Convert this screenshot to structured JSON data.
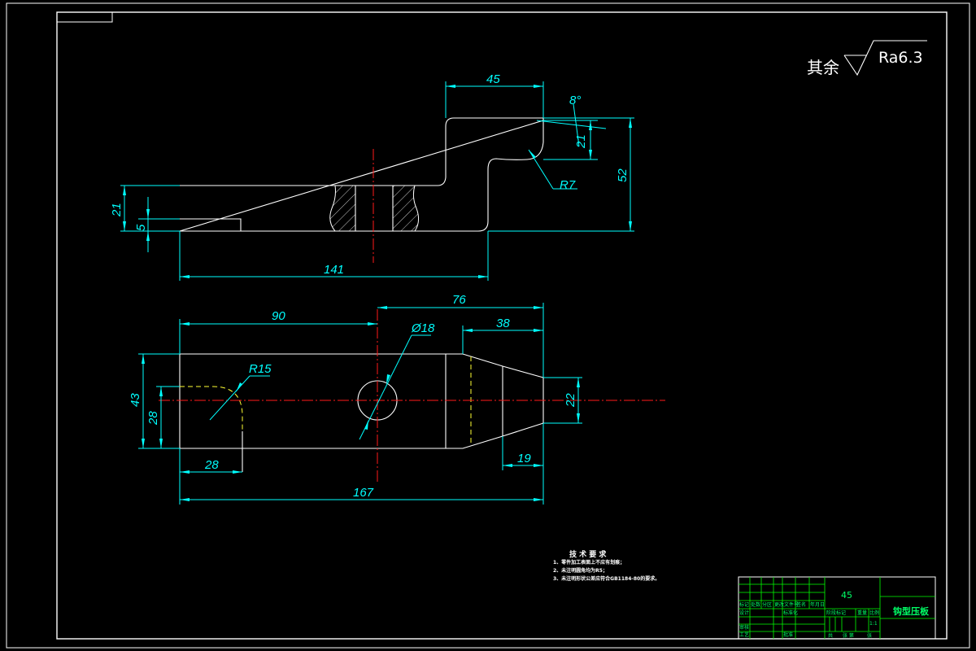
{
  "surface_finish": {
    "prefix": "其余",
    "value": "Ra6.3"
  },
  "dimensions": {
    "top_width": "45",
    "angle": "8°",
    "step_small": "21",
    "total_height": "52",
    "left_height": "21",
    "slot_depth": "5",
    "length_141": "141",
    "radius_7": "R7",
    "len_90": "90",
    "len_76": "76",
    "len_38": "38",
    "dia_18": "Ø18",
    "radius_15": "R15",
    "width_43": "43",
    "width_28v": "28",
    "tip_22": "22",
    "len_28": "28",
    "len_19": "19",
    "len_167": "167"
  },
  "tech_requirements": {
    "title": "技 术 要 求",
    "items": [
      "1、零件加工表面上不应有划痕；",
      "2、未注明圆角均为R5；",
      "3、未注明形状公差应符合GB1184-80的要求。"
    ]
  },
  "title_block": {
    "material": "45",
    "part_name": "钩型压板",
    "scale": "1:1",
    "cells": {
      "mark": "标记",
      "count": "处数",
      "zone": "分区",
      "change_doc": "更改文件号",
      "sign": "签名",
      "date": "年月日",
      "design": "设计",
      "standardize": "标准化",
      "stage_mark": "阶段标记",
      "weight": "重量",
      "ratio": "比例",
      "review": "审核",
      "process": "工艺",
      "approve": "批准",
      "sheet_total": "共",
      "sheet_no": "张 第",
      "sheet_end": "张"
    }
  }
}
